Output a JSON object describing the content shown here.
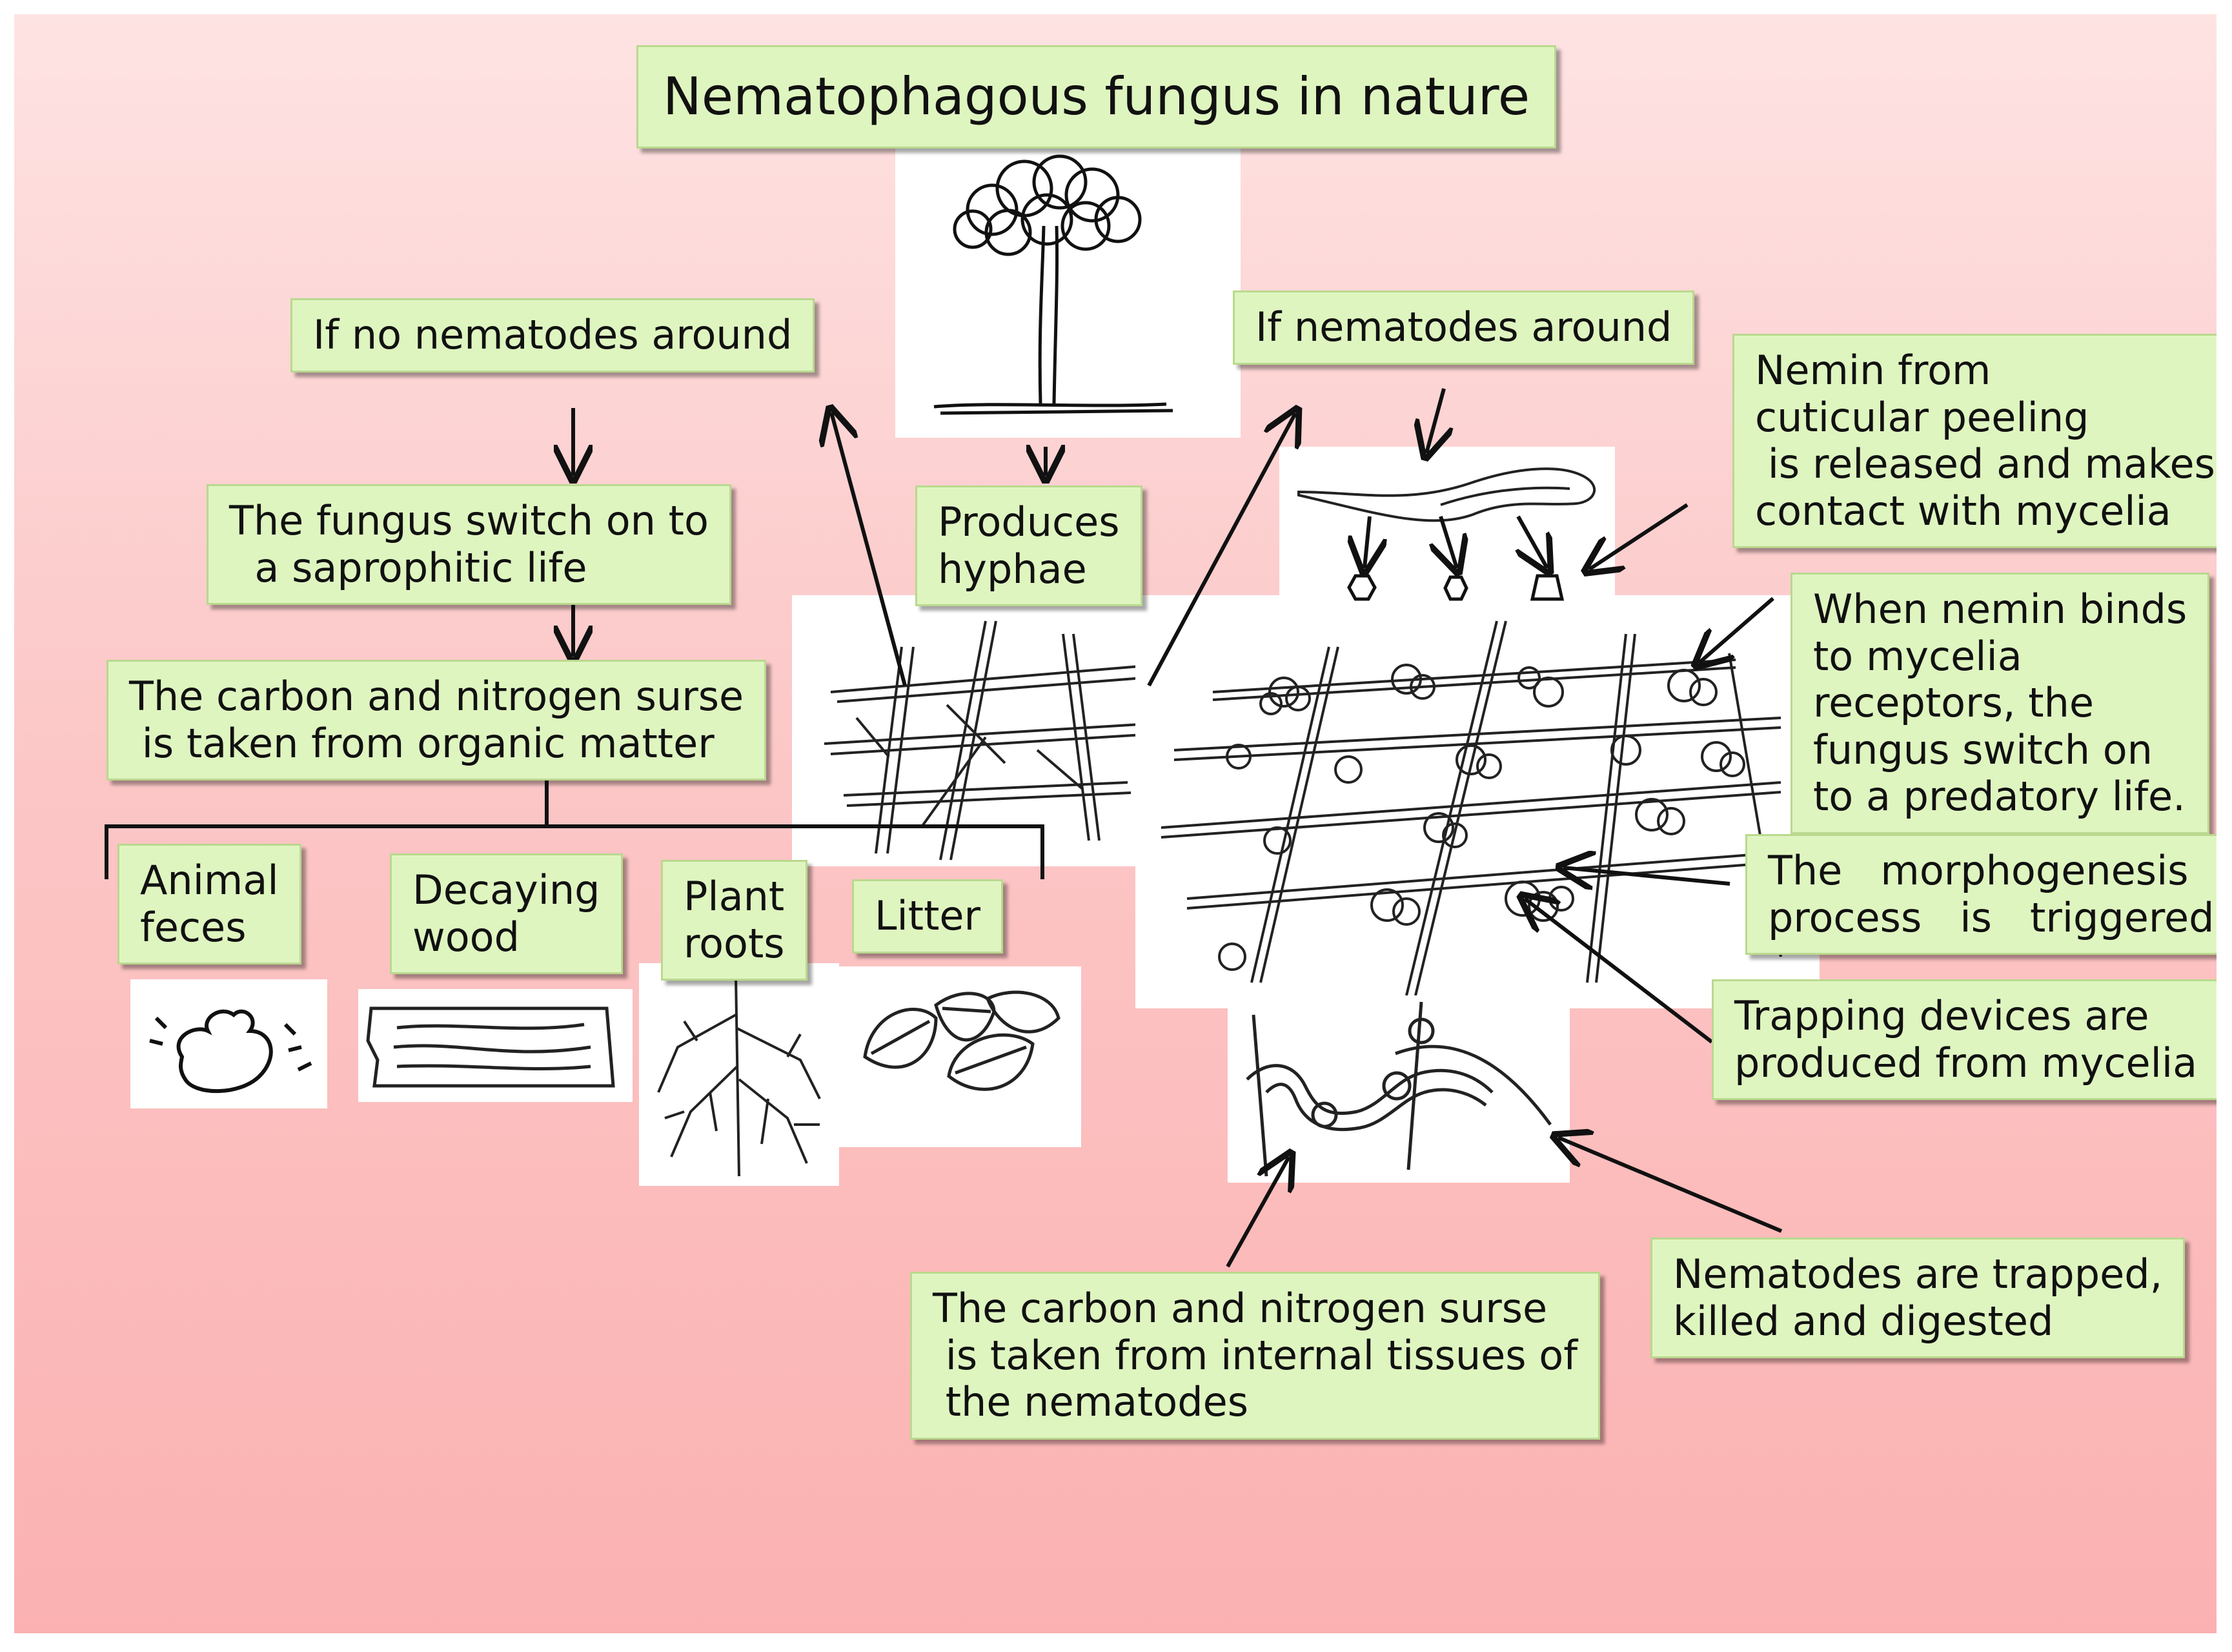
{
  "title": "Nematophagous fungus in nature",
  "nodes": {
    "no_nematodes": "If no nematodes around",
    "saprophytic": "The fungus switch on to\n  a saprophitic life",
    "carbon_organic": "The carbon and nitrogen surse\n is taken from organic matter",
    "animal_feces": "Animal\nfeces",
    "decaying_wood": "Decaying\nwood",
    "plant_roots": "Plant\nroots",
    "litter": "Litter",
    "produces_hyphae": "Produces\nhyphae",
    "nematodes_around": "If nematodes around",
    "nemin_release": "Nemin from\ncuticular peeling\n is released and makes\ncontact with mycelia",
    "nemin_binds": "When nemin binds\nto mycelia\nreceptors, the\nfungus switch on\nto a predatory life.",
    "morphogenesis": "The   morphogenesis\nprocess   is   triggered",
    "trapping_devices": "Trapping devices are\nproduced from mycelia",
    "nematodes_trapped": "Nematodes are trapped,\nkilled and digested",
    "carbon_nematodes": "The carbon and nitrogen surse\n is taken from internal tissues of\n the nematodes"
  },
  "colors": {
    "box_fill": "#dff5c0",
    "box_border": "#b9d98e",
    "background_top": "#fee3e3",
    "background_bottom": "#fbb1b1",
    "ink": "#111111"
  },
  "illustrations": [
    "fungus-tree-icon",
    "hyphae-network-icon",
    "nematode-worm-icon",
    "nemin-particles-icon",
    "trap-network-icon",
    "trapped-nematode-icon",
    "animal-feces-icon",
    "decaying-wood-icon",
    "plant-roots-icon",
    "litter-leaves-icon"
  ]
}
